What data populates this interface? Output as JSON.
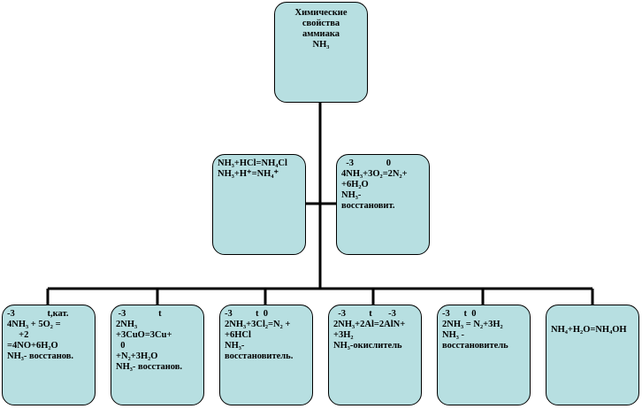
{
  "root": {
    "lines": [
      "Химические",
      "свойства",
      "аммиака",
      "NH₃"
    ]
  },
  "mid": [
    {
      "lines": [
        "NH₃+HCl=NH₄Cl",
        "NH₃+H⁺=NH₄⁺"
      ]
    },
    {
      "lines": [
        "  -3              0",
        "4NH₃+3O₂=2N₂+",
        "+6H₂O",
        "NH₃-",
        "восстановит."
      ]
    }
  ],
  "bottom": [
    {
      "lines": [
        "-3              t,кат.",
        "4NH₃ + 5O₂ =",
        "     +2",
        "=4NO+6H₂O",
        "NH₃- восстанов."
      ]
    },
    {
      "lines": [
        " -3              t",
        "2NH₃",
        "+3CuO=3Cu+",
        "  0",
        "+N₂+3H₂O",
        "NH₃- восстанов."
      ]
    },
    {
      "lines": [
        "-3          t  0",
        "2NH₃+3Cl₂=N₂ +",
        "+6HCl",
        "NH₃-",
        "восстановитель."
      ]
    },
    {
      "lines": [
        "  -3          t       -3",
        "2NH₃+2Al=2AlN+",
        "+3H₂",
        "NH₃-окислитель"
      ]
    },
    {
      "lines": [
        "-3      t  0",
        "2NH₃ = N₂+3H₂",
        "NH₃ -",
        "восстановитель"
      ]
    },
    {
      "lines": [
        "NH₄+H₂O=NH₄OH"
      ]
    }
  ]
}
